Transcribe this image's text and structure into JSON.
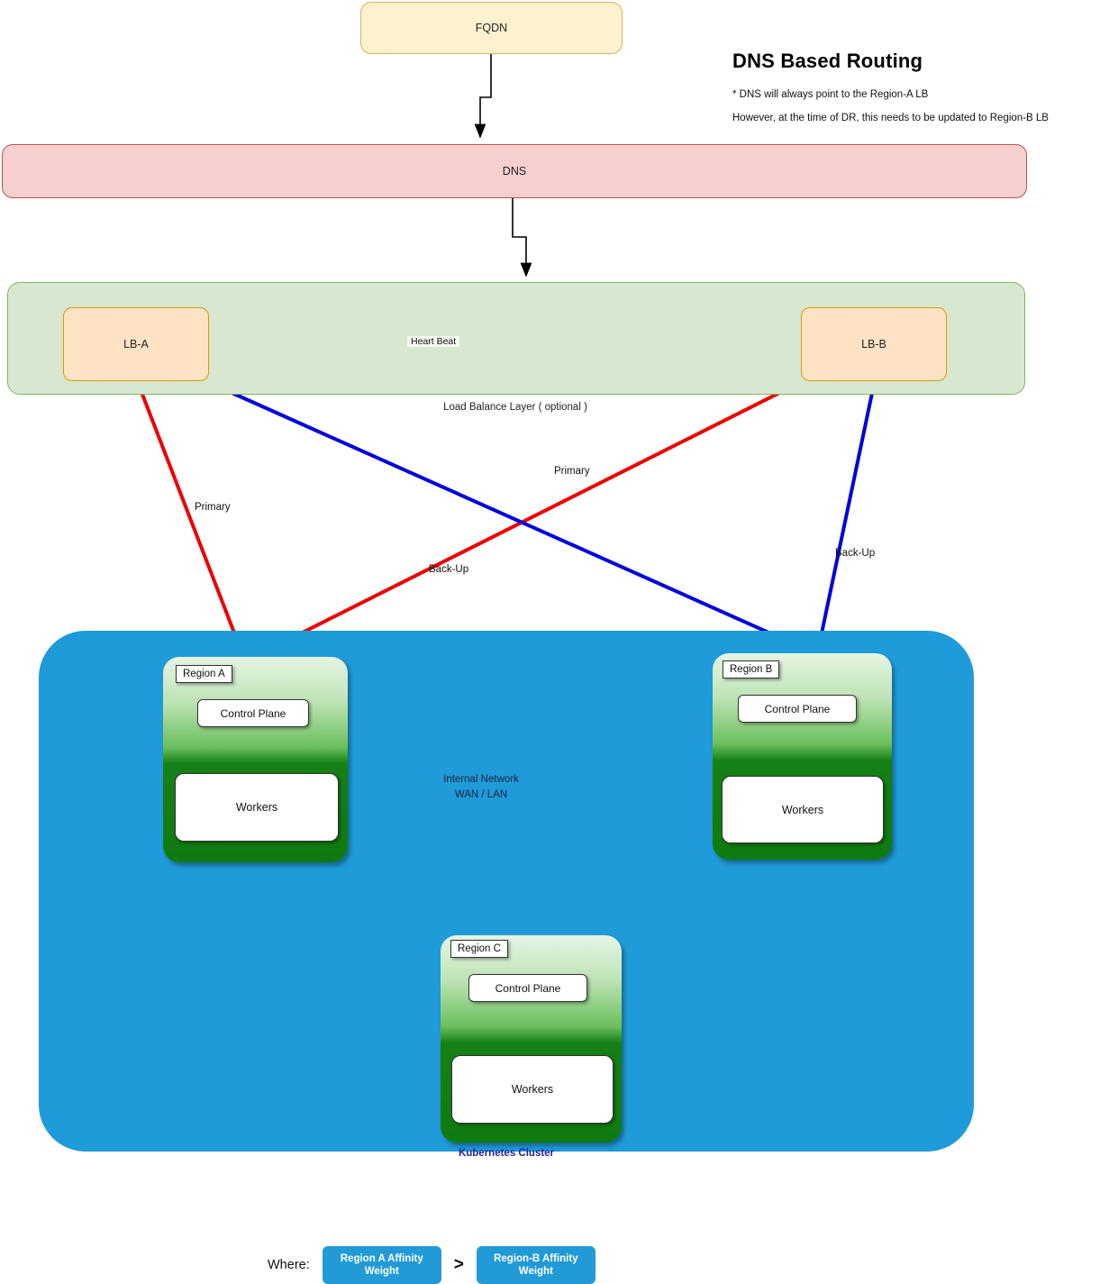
{
  "title": "DNS Based Routing",
  "notes": {
    "note1": "* DNS will always point to the Region-A  LB",
    "note2": "However, at the time of DR, this needs to be updated to Region-B LB"
  },
  "nodes": {
    "fqdn": "FQDN",
    "dns": "DNS",
    "lb_a": "LB-A",
    "lb_b": "LB-B",
    "lb_layer_caption": "Load Balance Layer ( optional )",
    "heartbeat": "Heart  Beat",
    "cluster_caption": "Kubernetes Cluster",
    "internal_network_line1": "Internal Network",
    "internal_network_line2": "WAN / LAN"
  },
  "regions": [
    {
      "tag": "Region A",
      "control_plane": "Control Plane",
      "workers": "Workers"
    },
    {
      "tag": "Region B",
      "control_plane": "Control Plane",
      "workers": "Workers"
    },
    {
      "tag": "Region C",
      "control_plane": "Control Plane",
      "workers": "Workers"
    }
  ],
  "edges": {
    "primary_left": "Primary",
    "primary_right": "Primary",
    "backup_mid": "Back-Up",
    "backup_right": "Back-Up"
  },
  "legend": {
    "where": "Where:",
    "left_pill_line1": "Region A Affinity",
    "left_pill_line2": "Weight",
    "operator": ">",
    "right_pill_line1": "Region-B  Affinity",
    "right_pill_line2": "Weight"
  },
  "colors": {
    "primary_edge": "#ee0000",
    "backup_edge": "#0000dd",
    "cluster": "#1f9bd9",
    "dns": "#f6cfcf",
    "lb_layer": "#d8e8d0",
    "lb_node": "#fde3c4",
    "fqdn": "#fdf1cf",
    "network_circle": "#22dd22",
    "legend_pill": "#229ad6",
    "cluster_caption": "#24249c"
  }
}
